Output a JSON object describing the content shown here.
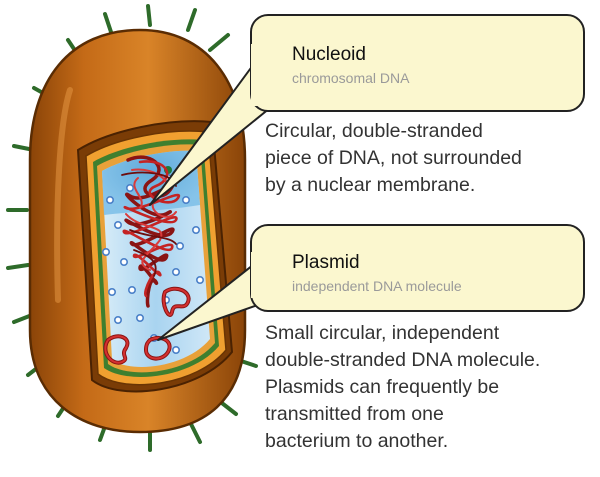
{
  "nucleoid": {
    "title": "Nucleoid",
    "subtitle": "chromosomal DNA",
    "description": [
      "Circular,  double-stranded",
      "piece of DNA,  not surrounded",
      "by a nuclear membrane."
    ]
  },
  "plasmid": {
    "title": "Plasmid",
    "subtitle": "independent DNA molecule",
    "description": [
      "Small circular, independent",
      "double-stranded DNA molecule.",
      "Plasmids can frequently be",
      "transmitted from one",
      "bacterium to another."
    ]
  },
  "colors": {
    "cell_wall": "#c46a17",
    "cell_wall_dark": "#7a3c06",
    "membrane_orange": "#f0a030",
    "membrane_green": "#3f7f2f",
    "cytoplasm": "#bfe0f5",
    "dna_red": "#b81f1f",
    "pili_green": "#2e6b2a",
    "callout_fill": "#fbf7cf"
  }
}
